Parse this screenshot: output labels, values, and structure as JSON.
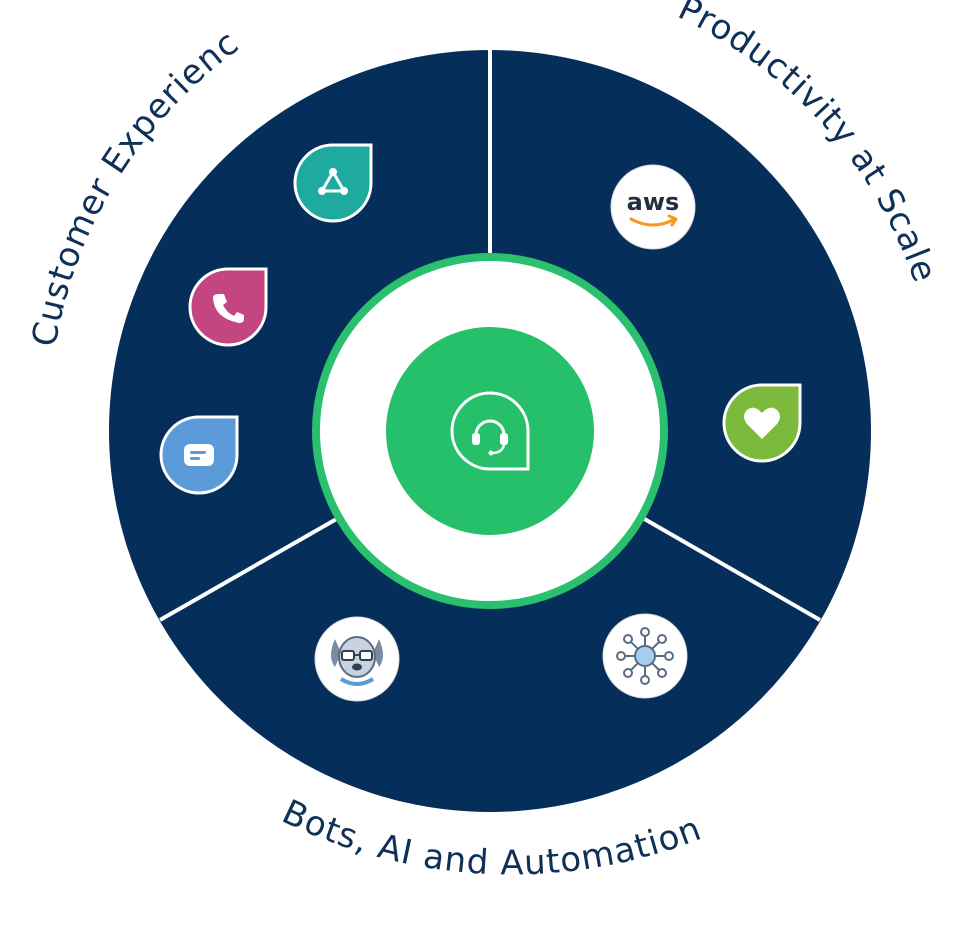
{
  "diagram": {
    "colors": {
      "wheel": "#062e5a",
      "divider": "#ffffff",
      "hub_ring": "#2ac06e",
      "hub_fill": "#26c06a",
      "label": "#0f3057"
    },
    "segments": [
      {
        "label": "Customer Experience",
        "icons": [
          "network-triangle-icon",
          "phone-icon",
          "chat-bubble-icon"
        ],
        "icon_colors": [
          "#1faaa0",
          "#c4457f",
          "#5b9bd9"
        ]
      },
      {
        "label": "Productivity at Scale",
        "icons": [
          "aws-logo",
          "heart-icon"
        ],
        "icon_colors": [
          "#ffffff",
          "#7cba3d"
        ],
        "aws_text": "aws"
      },
      {
        "label": "Bots, AI and Automations",
        "icons": [
          "dog-bot-icon",
          "hub-nodes-icon"
        ],
        "icon_colors": [
          "#ffffff",
          "#ffffff"
        ]
      }
    ],
    "center": {
      "icon": "headset-icon"
    }
  }
}
